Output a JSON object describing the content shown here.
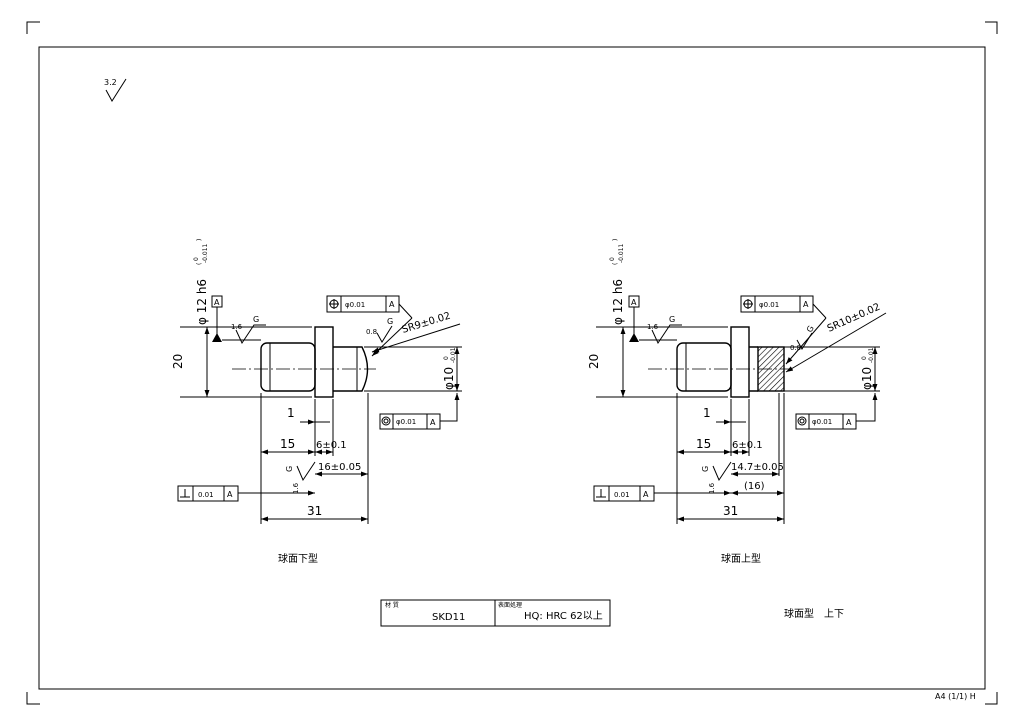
{
  "drawing": {
    "roughness_symbol": "3.2",
    "sheet_label": "A4 (1/1) H"
  },
  "title_block": {
    "material_label": "材 質",
    "material_value": "SKD11",
    "treatment_label": "表面処理",
    "treatment_value": "HQ: HRC 62以上",
    "part_name": "球面型　上下"
  },
  "lower_view": {
    "caption": "球面下型",
    "datum": "A",
    "dia_main": "φ 12 h6",
    "dia_main_tol_upper": "0",
    "dia_main_tol_lower": "-0.011",
    "dia_tip": "φ10",
    "dia_tip_tol_upper": "0",
    "dia_tip_tol_lower": "-0.01",
    "dim_height": "20",
    "dim_1": "1",
    "dim_15": "15",
    "dim_6": "6±0.1",
    "dim_16": "16±0.05",
    "dim_31": "31",
    "sphere_radius": "SR9±0.02",
    "fcf_position_value": "φ0.01",
    "fcf_position_datum": "A",
    "fcf_concentric_value": "φ0.01",
    "fcf_concentric_datum": "A",
    "fcf_perp_value": "0.01",
    "fcf_perp_datum": "A",
    "rough_16": "1.6",
    "rough_08": "0.8",
    "grind": "G"
  },
  "upper_view": {
    "caption": "球面上型",
    "datum": "A",
    "dia_main": "φ 12 h6",
    "dia_main_tol_upper": "0",
    "dia_main_tol_lower": "-0.011",
    "dia_tip": "φ10",
    "dia_tip_tol_upper": "0",
    "dia_tip_tol_lower": "-0.01",
    "dim_height": "20",
    "dim_1": "1",
    "dim_15": "15",
    "dim_6": "6±0.1",
    "dim_147": "14.7±0.05",
    "dim_16ref": "(16)",
    "dim_31": "31",
    "sphere_radius": "SR10±0.02",
    "fcf_position_value": "φ0.01",
    "fcf_position_datum": "A",
    "fcf_concentric_value": "φ0.01",
    "fcf_concentric_datum": "A",
    "fcf_perp_value": "0.01",
    "fcf_perp_datum": "A",
    "rough_16": "1.6",
    "rough_08": "0.8",
    "grind": "G"
  }
}
